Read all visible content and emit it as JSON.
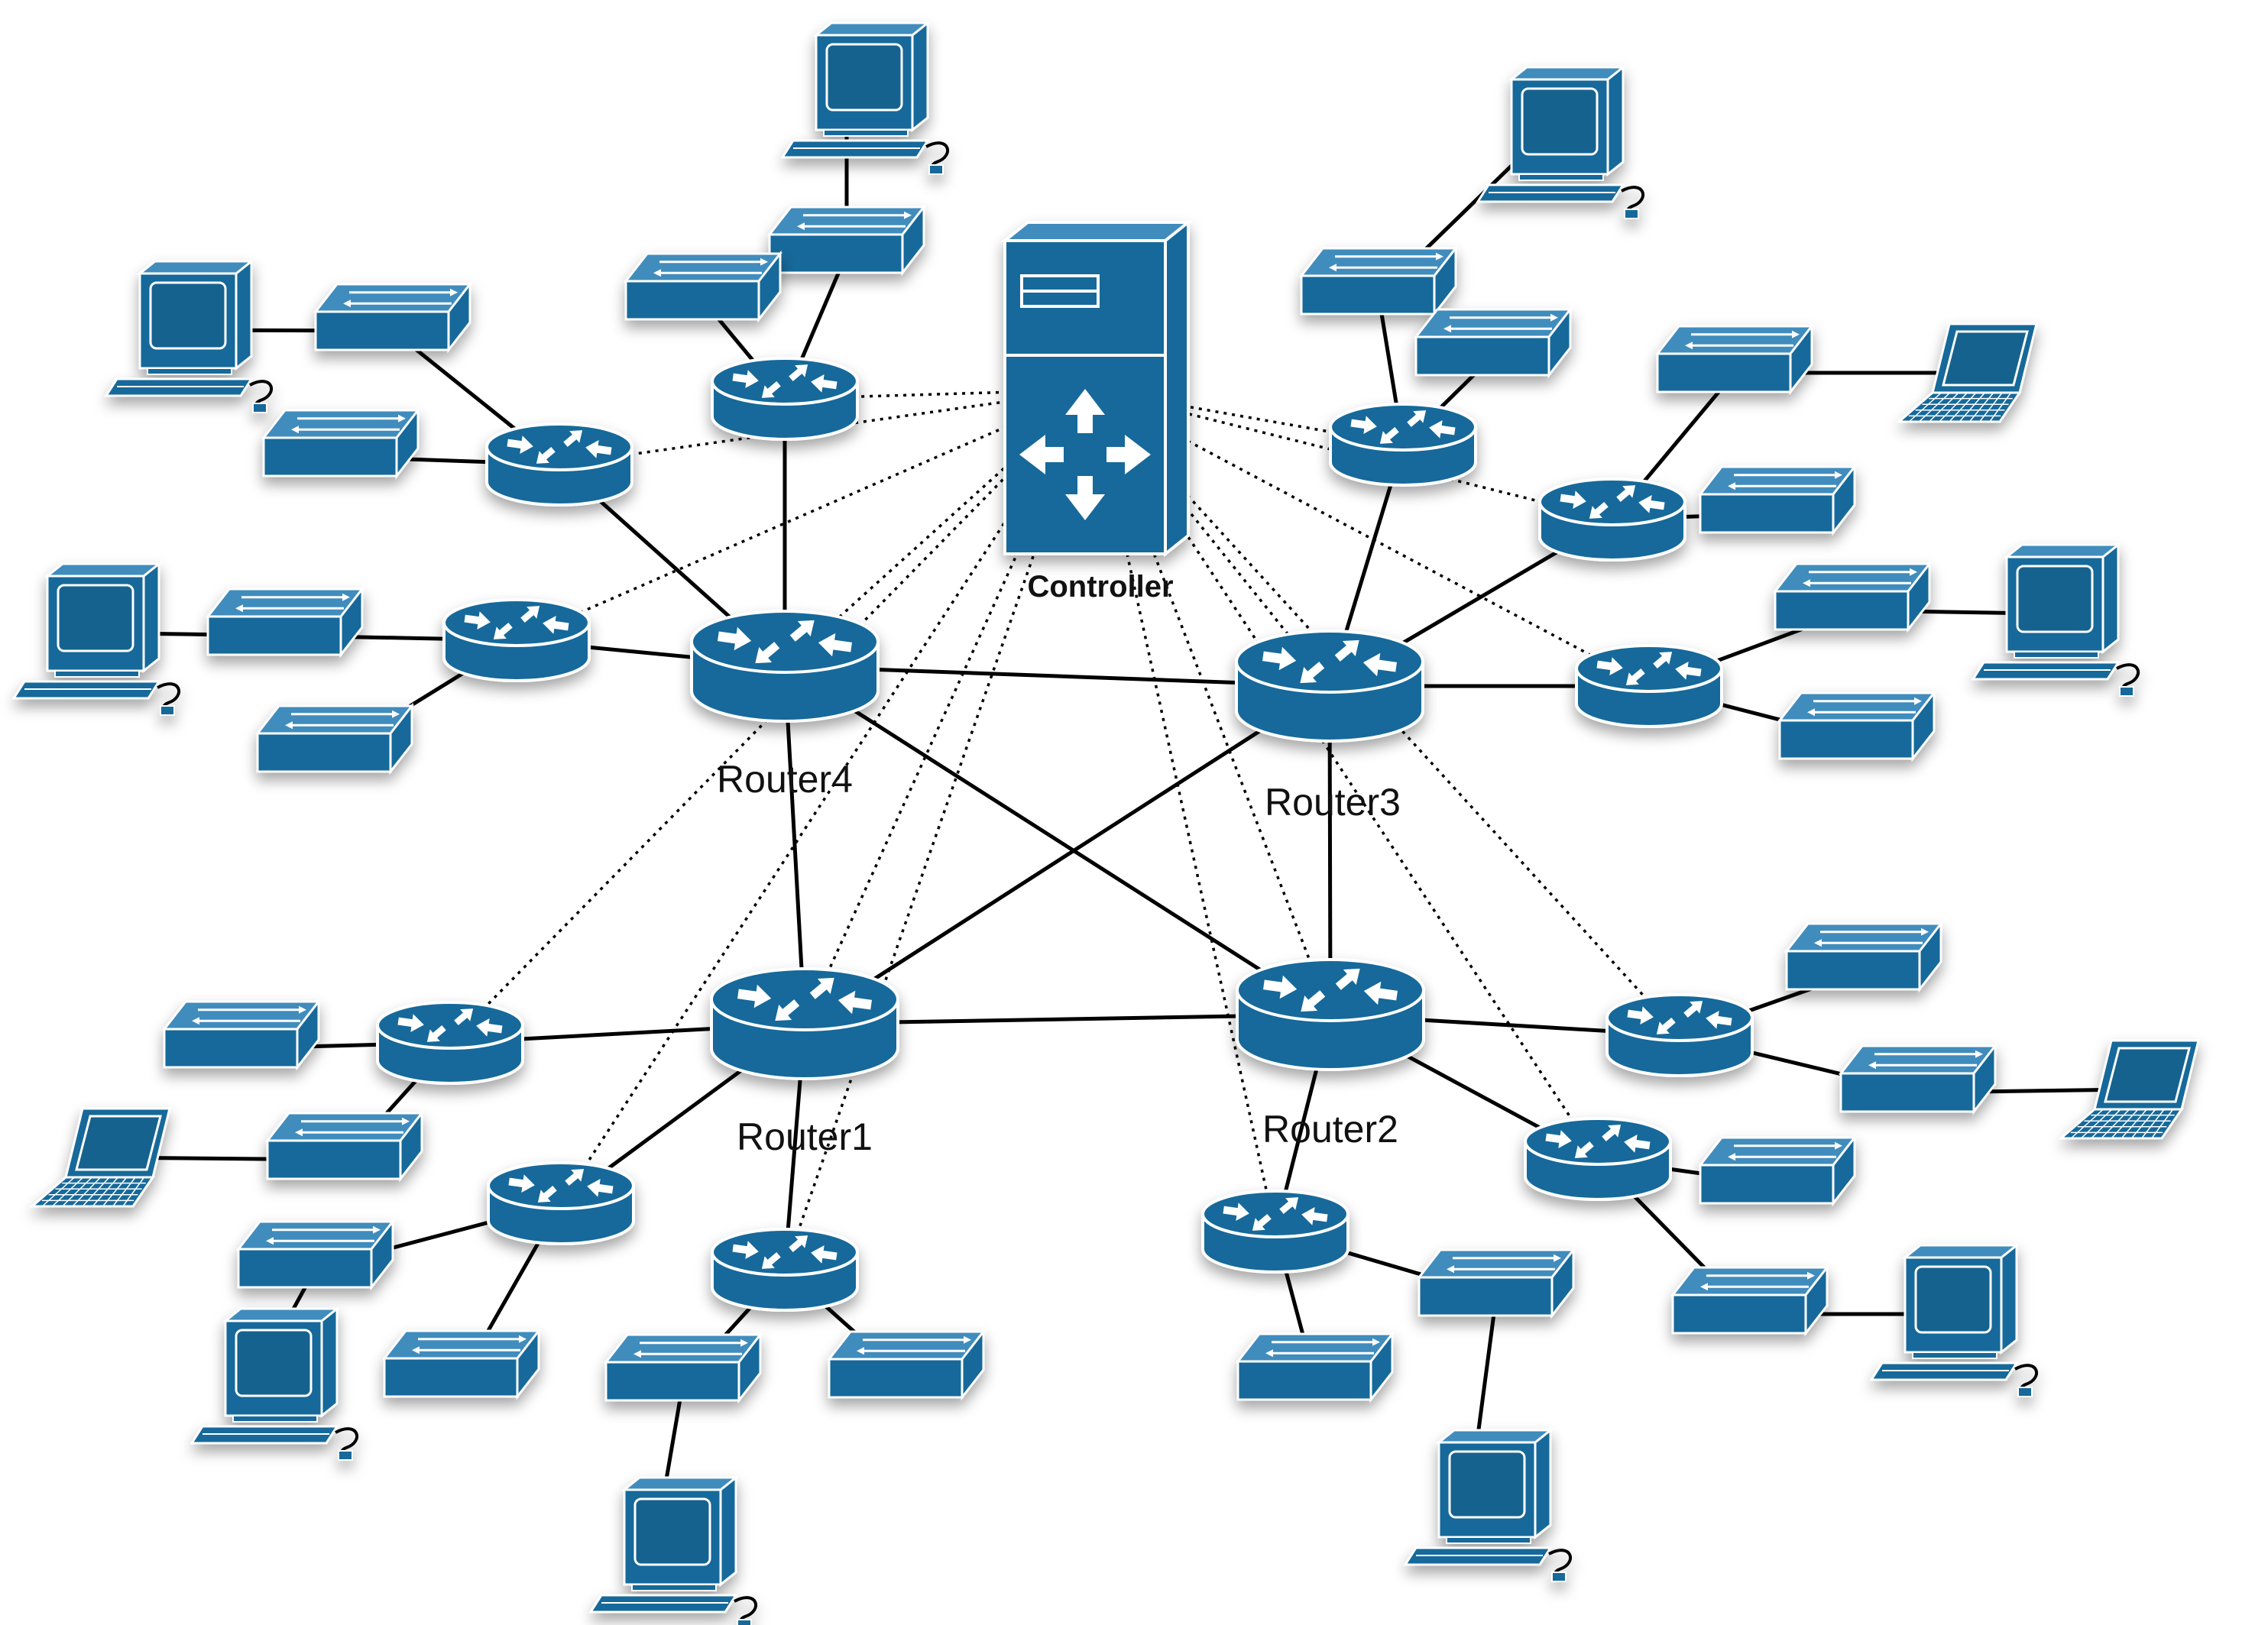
{
  "colors": {
    "device": "#17699a",
    "device_edge": "#ffffff",
    "device_top": "#3f8cbd",
    "screen": "#12628f",
    "line": "#000000"
  },
  "controller": {
    "name": "Controller",
    "icon": "server-icon"
  },
  "routers": [
    {
      "name": "Router1",
      "icon": "router-icon"
    },
    {
      "name": "Router2",
      "icon": "router-icon"
    },
    {
      "name": "Router3",
      "icon": "router-icon"
    },
    {
      "name": "Router4",
      "icon": "router-icon"
    }
  ],
  "edge_router_icon": "router-icon",
  "switch_icon": "switch-icon",
  "desktop_icon": "desktop-computer-icon",
  "laptop_icon": "laptop-icon"
}
